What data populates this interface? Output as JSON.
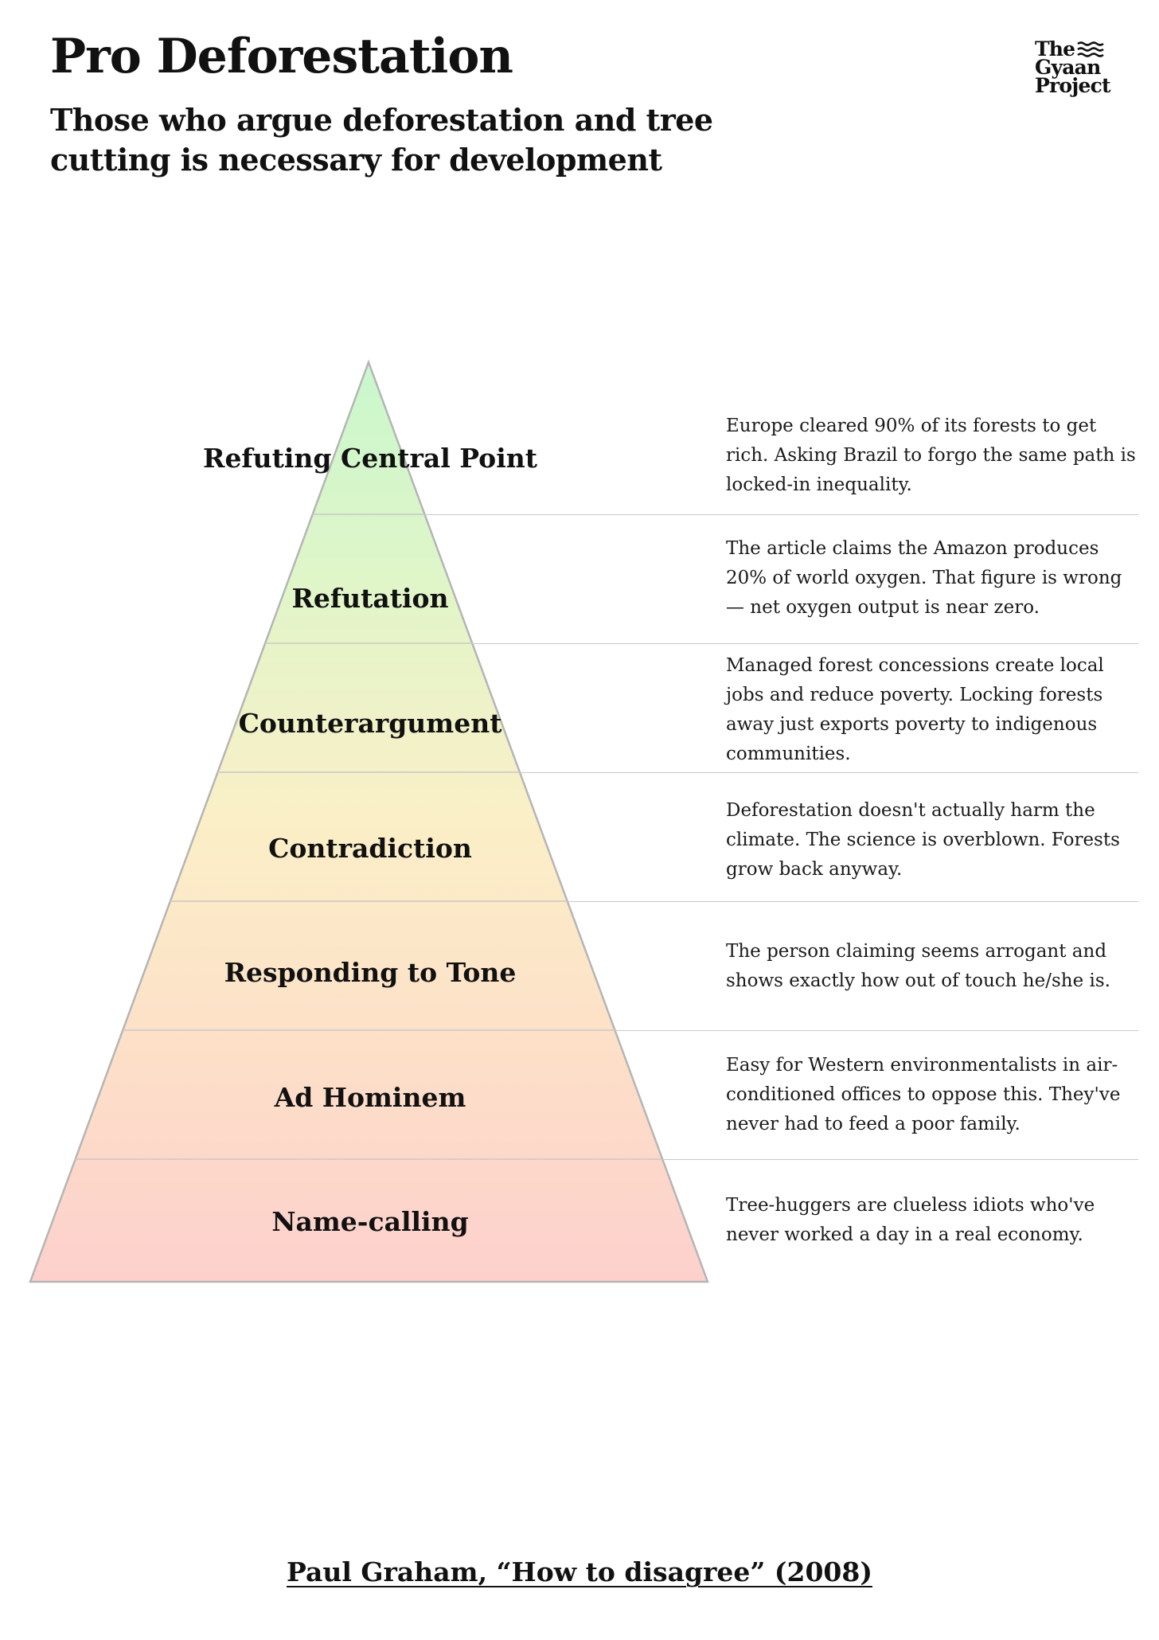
{
  "header": {
    "title": "Pro Deforestation",
    "subtitle": "Those who argue deforestation and tree cutting is necessary for development"
  },
  "logo": {
    "lines": [
      "The",
      "Gyaan",
      "Project"
    ],
    "icon": "wave-lines-icon"
  },
  "pyramid": {
    "colors": {
      "top": "#c9f7cc",
      "upper": "#def6c9",
      "middle": "#fbefc7",
      "lower": "#fde0c8",
      "bottom": "#fdd0cc",
      "outline": "#b5b5b5",
      "band_line": "#c8c8c8"
    },
    "levels": [
      {
        "label": "Refuting Central Point",
        "description": "Europe cleared 90% of its forests to get rich. Asking Brazil to forgo the same path is locked-in inequality."
      },
      {
        "label": "Refutation",
        "description": "The article claims the Amazon produces 20% of world oxygen. That figure is wrong — net oxygen output is near zero."
      },
      {
        "label": "Counterargument",
        "description": "Managed forest concessions create local jobs and reduce poverty. Locking forests away just exports poverty to indigenous communities."
      },
      {
        "label": "Contradiction",
        "description": "Deforestation doesn't actually harm the climate. The science is overblown. Forests grow back anyway."
      },
      {
        "label": "Responding to Tone",
        "description": "The person claiming seems arrogant and shows exactly how out of touch he/she is."
      },
      {
        "label": "Ad Hominem",
        "description": "Easy for Western environmentalists in air-conditioned offices to oppose this. They've never had to feed a poor family."
      },
      {
        "label": "Name-calling",
        "description": "Tree-huggers are clueless idiots who've never worked a day in a real economy."
      }
    ]
  },
  "footer": {
    "citation": "Paul Graham, “How to disagree” (2008)"
  }
}
